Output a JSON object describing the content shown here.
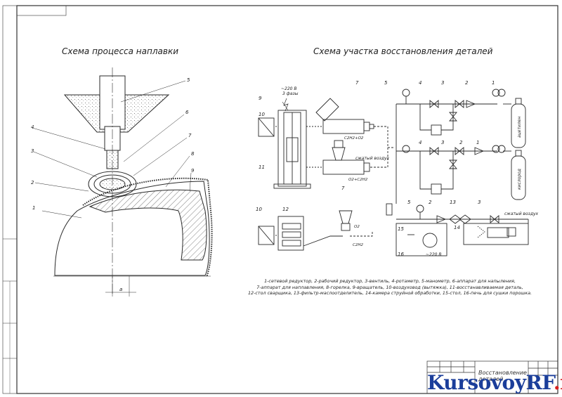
{
  "titles": {
    "left": "Схема процесса наплавки",
    "right": "Схема участка восстановления деталей"
  },
  "left_callouts": [
    "1",
    "2",
    "3",
    "4",
    "5",
    "6",
    "7",
    "8",
    "9"
  ],
  "dim_label": "a",
  "right_callouts": {
    "n1": "1",
    "n2": "2",
    "n3": "3",
    "n4": "4",
    "n5": "5",
    "n7": "7",
    "n9": "9",
    "n10": "10",
    "n11": "11",
    "n12": "12",
    "n13": "13",
    "n14": "14",
    "n15": "15",
    "n16": "16"
  },
  "diagram_text": {
    "power": "~220 В",
    "phases": "3 фазы",
    "compressed_air": "сжатый воздух",
    "gas_c2h2_o2": "C2H2+O2",
    "gas_o2_c2h2": "O2+C2H2",
    "gas_o2": "O2",
    "gas_c2h2": "C2H2",
    "power_16": "~220 В",
    "cyl_acetylene": "ацетилен",
    "cyl_oxygen": "кислород"
  },
  "legend": [
    "1-сетевой редуктор, 2-рабочий редуктор, 3-вентиль, 4-ротаметр, 5-манометр, 6-аппарат для напыления,",
    "7-аппарат для наплавления, 8-горелка, 9-вращатель, 10-воздуховод (вытяжка), 11-восстанавливаемая деталь,",
    "12-стол сварщика, 13-фильтр-маслоотделитель, 14-камера струйной обработки, 15-стол, 16-печь для сушки порошка."
  ],
  "title_block": {
    "doc_title": "Восстановление деталей",
    "watermark_a": "KursovoyRF",
    "watermark_b": ".ru"
  },
  "colors": {
    "ink": "#2a2a2a",
    "watermark_blue": "#1b3e9a",
    "watermark_red": "#d81e1e"
  }
}
